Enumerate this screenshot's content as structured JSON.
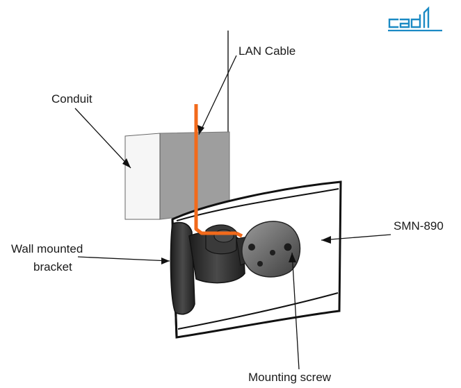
{
  "labels": {
    "lan_cable": "LAN Cable",
    "conduit": "Conduit",
    "smn": "SMN-890",
    "wall_line1": "Wall mounted",
    "wall_line2": "bracket",
    "mounting_screw": "Mounting screw"
  },
  "logo": {
    "text": "cadl",
    "color": "#1b8ac4"
  },
  "colors": {
    "cable": "#f26a1b",
    "conduit_face": "#9c9c9c",
    "conduit_light": "#f4f4f4",
    "bracket": "#2b2b2b",
    "outline": "#111111"
  }
}
